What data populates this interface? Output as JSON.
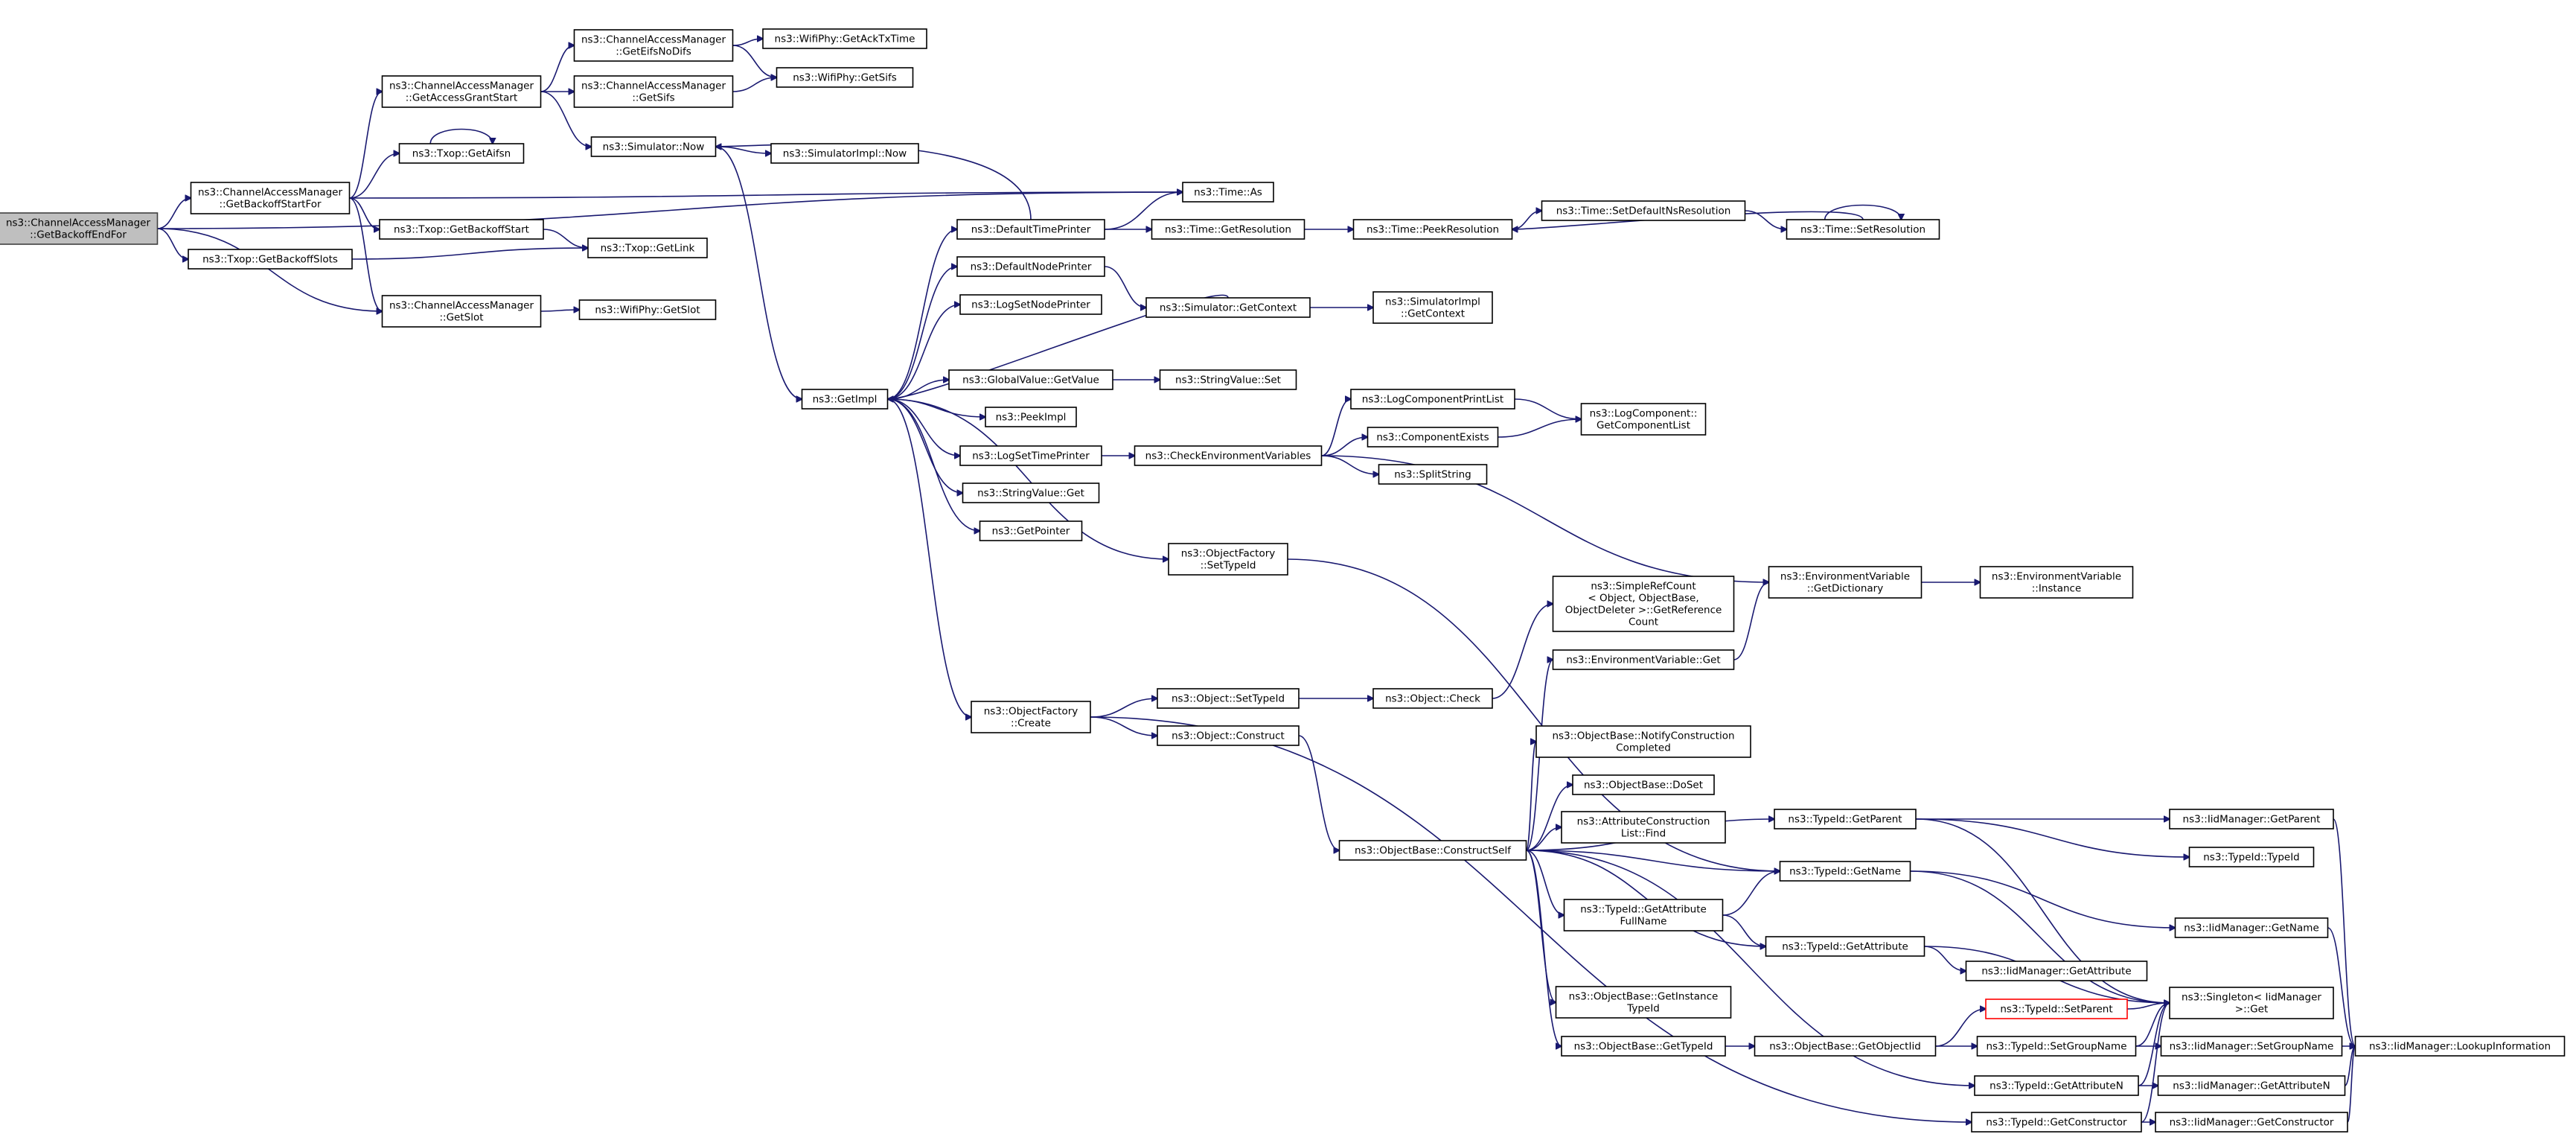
{
  "graph": {
    "nodes": [
      {
        "id": "n_getBackoffEndFor",
        "lines": [
          "ns3::ChannelAccessManager",
          "::GetBackoffEndFor"
        ],
        "start": true
      },
      {
        "id": "n_getBackoffStartFor",
        "lines": [
          "ns3::ChannelAccessManager",
          "::GetBackoffStartFor"
        ]
      },
      {
        "id": "n_getBackoffSlots",
        "lines": [
          "ns3::Txop::GetBackoffSlots"
        ]
      },
      {
        "id": "n_getSlot",
        "lines": [
          "ns3::ChannelAccessManager",
          "::GetSlot"
        ]
      },
      {
        "id": "n_getAccessGrantStart",
        "lines": [
          "ns3::ChannelAccessManager",
          "::GetAccessGrantStart"
        ]
      },
      {
        "id": "n_getAifsn",
        "lines": [
          "ns3::Txop::GetAifsn"
        ]
      },
      {
        "id": "n_getBackoffStart",
        "lines": [
          "ns3::Txop::GetBackoffStart"
        ]
      },
      {
        "id": "n_getEifsNoDifs",
        "lines": [
          "ns3::ChannelAccessManager",
          "::GetEifsNoDifs"
        ]
      },
      {
        "id": "n_cam_getSifs",
        "lines": [
          "ns3::ChannelAccessManager",
          "::GetSifs"
        ]
      },
      {
        "id": "n_simNow",
        "lines": [
          "ns3::Simulator::Now"
        ]
      },
      {
        "id": "n_getAckTxTime",
        "lines": [
          "ns3::WifiPhy::GetAckTxTime"
        ]
      },
      {
        "id": "n_phy_getSifs",
        "lines": [
          "ns3::WifiPhy::GetSifs"
        ]
      },
      {
        "id": "n_simImplNow",
        "lines": [
          "ns3::SimulatorImpl::Now"
        ]
      },
      {
        "id": "n_timeAs",
        "lines": [
          "ns3::Time::As"
        ]
      },
      {
        "id": "n_getLink",
        "lines": [
          "ns3::Txop::GetLink"
        ]
      },
      {
        "id": "n_phy_getSlot",
        "lines": [
          "ns3::WifiPhy::GetSlot"
        ]
      },
      {
        "id": "n_getImpl",
        "lines": [
          "ns3::GetImpl"
        ]
      },
      {
        "id": "n_defaultTimePrinter",
        "lines": [
          "ns3::DefaultTimePrinter"
        ]
      },
      {
        "id": "n_defaultNodePrinter",
        "lines": [
          "ns3::DefaultNodePrinter"
        ]
      },
      {
        "id": "n_logSetNodePrinter",
        "lines": [
          "ns3::LogSetNodePrinter"
        ]
      },
      {
        "id": "n_globalGetValue",
        "lines": [
          "ns3::GlobalValue::GetValue"
        ]
      },
      {
        "id": "n_peekImpl",
        "lines": [
          "ns3::PeekImpl"
        ]
      },
      {
        "id": "n_logSetTimePrinter",
        "lines": [
          "ns3::LogSetTimePrinter"
        ]
      },
      {
        "id": "n_stringValueGet",
        "lines": [
          "ns3::StringValue::Get"
        ]
      },
      {
        "id": "n_getPointer",
        "lines": [
          "ns3::GetPointer"
        ]
      },
      {
        "id": "n_objFactorySetTypeId",
        "lines": [
          "ns3::ObjectFactory",
          "::SetTypeId"
        ]
      },
      {
        "id": "n_objFactoryCreate",
        "lines": [
          "ns3::ObjectFactory",
          "::Create"
        ]
      },
      {
        "id": "n_timeGetResolution",
        "lines": [
          "ns3::Time::GetResolution"
        ]
      },
      {
        "id": "n_simGetContext",
        "lines": [
          "ns3::Simulator::GetContext"
        ]
      },
      {
        "id": "n_stringValueSet",
        "lines": [
          "ns3::StringValue::Set"
        ]
      },
      {
        "id": "n_checkEnvVars",
        "lines": [
          "ns3::CheckEnvironmentVariables"
        ]
      },
      {
        "id": "n_objectSetTypeId",
        "lines": [
          "ns3::Object::SetTypeId"
        ]
      },
      {
        "id": "n_objectConstruct",
        "lines": [
          "ns3::Object::Construct"
        ]
      },
      {
        "id": "n_peekResolution",
        "lines": [
          "ns3::Time::PeekResolution"
        ]
      },
      {
        "id": "n_simImplGetContext",
        "lines": [
          "ns3::SimulatorImpl",
          "::GetContext"
        ]
      },
      {
        "id": "n_logComponentPrintList",
        "lines": [
          "ns3::LogComponentPrintList"
        ]
      },
      {
        "id": "n_componentExists",
        "lines": [
          "ns3::ComponentExists"
        ]
      },
      {
        "id": "n_splitString",
        "lines": [
          "ns3::SplitString"
        ]
      },
      {
        "id": "n_objectCheck",
        "lines": [
          "ns3::Object::Check"
        ]
      },
      {
        "id": "n_constructSelf",
        "lines": [
          "ns3::ObjectBase::ConstructSelf"
        ]
      },
      {
        "id": "n_setDefaultNsRes",
        "lines": [
          "ns3::Time::SetDefaultNsResolution"
        ]
      },
      {
        "id": "n_getComponentList",
        "lines": [
          "ns3::LogComponent::",
          "GetComponentList"
        ]
      },
      {
        "id": "n_simpleRefCount",
        "lines": [
          "ns3::SimpleRefCount",
          "< Object, ObjectBase,",
          "ObjectDeleter >::GetReference",
          "Count"
        ]
      },
      {
        "id": "n_envVarGet",
        "lines": [
          "ns3::EnvironmentVariable::Get"
        ]
      },
      {
        "id": "n_notifyConstruction",
        "lines": [
          "ns3::ObjectBase::NotifyConstruction",
          "Completed"
        ]
      },
      {
        "id": "n_doSet",
        "lines": [
          "ns3::ObjectBase::DoSet"
        ]
      },
      {
        "id": "n_attrConstructionFind",
        "lines": [
          "ns3::AttributeConstruction",
          "List::Find"
        ]
      },
      {
        "id": "n_typeIdGetAttrFullName",
        "lines": [
          "ns3::TypeId::GetAttribute",
          "FullName"
        ]
      },
      {
        "id": "n_getInstanceTypeId",
        "lines": [
          "ns3::ObjectBase::GetInstance",
          "TypeId"
        ]
      },
      {
        "id": "n_objBaseGetTypeId",
        "lines": [
          "ns3::ObjectBase::GetTypeId"
        ]
      },
      {
        "id": "n_setResolution",
        "lines": [
          "ns3::Time::SetResolution"
        ]
      },
      {
        "id": "n_envGetDictionary",
        "lines": [
          "ns3::EnvironmentVariable",
          "::GetDictionary"
        ]
      },
      {
        "id": "n_envInstance",
        "lines": [
          "ns3::EnvironmentVariable",
          "::Instance"
        ]
      },
      {
        "id": "n_typeIdGetParent",
        "lines": [
          "ns3::TypeId::GetParent"
        ]
      },
      {
        "id": "n_typeIdGetName",
        "lines": [
          "ns3::TypeId::GetName"
        ]
      },
      {
        "id": "n_typeIdGetAttribute",
        "lines": [
          "ns3::TypeId::GetAttribute"
        ]
      },
      {
        "id": "n_getObjectIid",
        "lines": [
          "ns3::ObjectBase::GetObjectIid"
        ]
      },
      {
        "id": "n_typeIdSetParent",
        "lines": [
          "ns3::TypeId::SetParent"
        ],
        "red": true
      },
      {
        "id": "n_typeIdSetGroupName",
        "lines": [
          "ns3::TypeId::SetGroupName"
        ]
      },
      {
        "id": "n_typeIdGetAttributeN",
        "lines": [
          "ns3::TypeId::GetAttributeN"
        ]
      },
      {
        "id": "n_typeIdGetConstructor",
        "lines": [
          "ns3::TypeId::GetConstructor"
        ]
      },
      {
        "id": "n_iidGetParent",
        "lines": [
          "ns3::IidManager::GetParent"
        ]
      },
      {
        "id": "n_typeIdTypeId",
        "lines": [
          "ns3::TypeId::TypeId"
        ]
      },
      {
        "id": "n_iidGetName",
        "lines": [
          "ns3::IidManager::GetName"
        ]
      },
      {
        "id": "n_iidGetAttribute",
        "lines": [
          "ns3::IidManager::GetAttribute"
        ]
      },
      {
        "id": "n_singletonGet",
        "lines": [
          "ns3::Singleton< IidManager",
          ">::Get"
        ]
      },
      {
        "id": "n_iidSetGroupName",
        "lines": [
          "ns3::IidManager::SetGroupName"
        ]
      },
      {
        "id": "n_iidGetAttributeN",
        "lines": [
          "ns3::IidManager::GetAttributeN"
        ]
      },
      {
        "id": "n_iidGetConstructor",
        "lines": [
          "ns3::IidManager::GetConstructor"
        ]
      },
      {
        "id": "n_iidLookupInformation",
        "lines": [
          "ns3::IidManager::LookupInformation"
        ]
      }
    ],
    "edges": [
      [
        "n_getBackoffEndFor",
        "n_getBackoffStartFor"
      ],
      [
        "n_getBackoffEndFor",
        "n_getBackoffSlots"
      ],
      [
        "n_getBackoffEndFor",
        "n_getSlot"
      ],
      [
        "n_getBackoffEndFor",
        "n_timeAs"
      ],
      [
        "n_getBackoffStartFor",
        "n_getAccessGrantStart"
      ],
      [
        "n_getBackoffStartFor",
        "n_getAifsn"
      ],
      [
        "n_getBackoffStartFor",
        "n_getBackoffStart"
      ],
      [
        "n_getBackoffStartFor",
        "n_getSlot"
      ],
      [
        "n_getBackoffStartFor",
        "n_timeAs"
      ],
      [
        "n_getAccessGrantStart",
        "n_getEifsNoDifs"
      ],
      [
        "n_getAccessGrantStart",
        "n_cam_getSifs"
      ],
      [
        "n_getAccessGrantStart",
        "n_simNow"
      ],
      [
        "n_getAifsn",
        "n_getAifsn"
      ],
      [
        "n_getBackoffStart",
        "n_getLink"
      ],
      [
        "n_getBackoffSlots",
        "n_getLink"
      ],
      [
        "n_getSlot",
        "n_phy_getSlot"
      ],
      [
        "n_getEifsNoDifs",
        "n_getAckTxTime"
      ],
      [
        "n_getEifsNoDifs",
        "n_phy_getSifs"
      ],
      [
        "n_cam_getSifs",
        "n_phy_getSifs"
      ],
      [
        "n_simNow",
        "n_simImplNow"
      ],
      [
        "n_simNow",
        "n_getImpl"
      ],
      [
        "n_getImpl",
        "n_defaultTimePrinter"
      ],
      [
        "n_getImpl",
        "n_defaultNodePrinter"
      ],
      [
        "n_getImpl",
        "n_logSetNodePrinter"
      ],
      [
        "n_getImpl",
        "n_globalGetValue"
      ],
      [
        "n_getImpl",
        "n_peekImpl"
      ],
      [
        "n_getImpl",
        "n_logSetTimePrinter"
      ],
      [
        "n_getImpl",
        "n_stringValueGet"
      ],
      [
        "n_getImpl",
        "n_getPointer"
      ],
      [
        "n_getImpl",
        "n_objFactorySetTypeId"
      ],
      [
        "n_getImpl",
        "n_objFactoryCreate"
      ],
      [
        "n_defaultTimePrinter",
        "n_simNow"
      ],
      [
        "n_defaultTimePrinter",
        "n_timeAs"
      ],
      [
        "n_defaultTimePrinter",
        "n_timeGetResolution"
      ],
      [
        "n_defaultNodePrinter",
        "n_simGetContext"
      ],
      [
        "n_simGetContext",
        "n_getImpl"
      ],
      [
        "n_simGetContext",
        "n_simImplGetContext"
      ],
      [
        "n_globalGetValue",
        "n_stringValueSet"
      ],
      [
        "n_logSetTimePrinter",
        "n_checkEnvVars"
      ],
      [
        "n_checkEnvVars",
        "n_logComponentPrintList"
      ],
      [
        "n_checkEnvVars",
        "n_componentExists"
      ],
      [
        "n_checkEnvVars",
        "n_splitString"
      ],
      [
        "n_checkEnvVars",
        "n_envGetDictionary"
      ],
      [
        "n_logComponentPrintList",
        "n_getComponentList"
      ],
      [
        "n_componentExists",
        "n_getComponentList"
      ],
      [
        "n_timeGetResolution",
        "n_peekResolution"
      ],
      [
        "n_peekResolution",
        "n_setDefaultNsRes"
      ],
      [
        "n_setDefaultNsRes",
        "n_setResolution"
      ],
      [
        "n_setResolution",
        "n_setResolution"
      ],
      [
        "n_setResolution",
        "n_peekResolution"
      ],
      [
        "n_objFactorySetTypeId",
        "n_typeIdGetName"
      ],
      [
        "n_objFactoryCreate",
        "n_objectSetTypeId"
      ],
      [
        "n_objFactoryCreate",
        "n_objectConstruct"
      ],
      [
        "n_objFactoryCreate",
        "n_typeIdGetConstructor"
      ],
      [
        "n_objectSetTypeId",
        "n_objectCheck"
      ],
      [
        "n_objectCheck",
        "n_simpleRefCount"
      ],
      [
        "n_objectConstruct",
        "n_constructSelf"
      ],
      [
        "n_constructSelf",
        "n_envVarGet"
      ],
      [
        "n_constructSelf",
        "n_notifyConstruction"
      ],
      [
        "n_constructSelf",
        "n_doSet"
      ],
      [
        "n_constructSelf",
        "n_attrConstructionFind"
      ],
      [
        "n_constructSelf",
        "n_typeIdGetName"
      ],
      [
        "n_constructSelf",
        "n_typeIdGetAttrFullName"
      ],
      [
        "n_constructSelf",
        "n_typeIdGetAttribute"
      ],
      [
        "n_constructSelf",
        "n_getInstanceTypeId"
      ],
      [
        "n_constructSelf",
        "n_objBaseGetTypeId"
      ],
      [
        "n_constructSelf",
        "n_typeIdGetParent"
      ],
      [
        "n_constructSelf",
        "n_typeIdGetAttributeN"
      ],
      [
        "n_envVarGet",
        "n_envGetDictionary"
      ],
      [
        "n_envGetDictionary",
        "n_envInstance"
      ],
      [
        "n_typeIdGetAttrFullName",
        "n_typeIdGetName"
      ],
      [
        "n_typeIdGetAttrFullName",
        "n_typeIdGetAttribute"
      ],
      [
        "n_objBaseGetTypeId",
        "n_getObjectIid"
      ],
      [
        "n_getObjectIid",
        "n_typeIdSetParent"
      ],
      [
        "n_getObjectIid",
        "n_typeIdSetGroupName"
      ],
      [
        "n_typeIdGetParent",
        "n_iidGetParent"
      ],
      [
        "n_typeIdGetParent",
        "n_typeIdTypeId"
      ],
      [
        "n_typeIdGetParent",
        "n_singletonGet"
      ],
      [
        "n_typeIdGetName",
        "n_iidGetName"
      ],
      [
        "n_typeIdGetName",
        "n_singletonGet"
      ],
      [
        "n_typeIdGetAttribute",
        "n_iidGetAttribute"
      ],
      [
        "n_typeIdGetAttribute",
        "n_singletonGet"
      ],
      [
        "n_typeIdSetParent",
        "n_singletonGet"
      ],
      [
        "n_typeIdSetGroupName",
        "n_singletonGet"
      ],
      [
        "n_typeIdSetGroupName",
        "n_iidSetGroupName"
      ],
      [
        "n_typeIdGetAttributeN",
        "n_singletonGet"
      ],
      [
        "n_typeIdGetAttributeN",
        "n_iidGetAttributeN"
      ],
      [
        "n_typeIdGetConstructor",
        "n_singletonGet"
      ],
      [
        "n_typeIdGetConstructor",
        "n_iidGetConstructor"
      ],
      [
        "n_iidGetParent",
        "n_iidLookupInformation"
      ],
      [
        "n_iidGetName",
        "n_iidLookupInformation"
      ],
      [
        "n_iidSetGroupName",
        "n_iidLookupInformation"
      ],
      [
        "n_iidGetAttributeN",
        "n_iidLookupInformation"
      ],
      [
        "n_iidGetConstructor",
        "n_iidLookupInformation"
      ]
    ]
  }
}
